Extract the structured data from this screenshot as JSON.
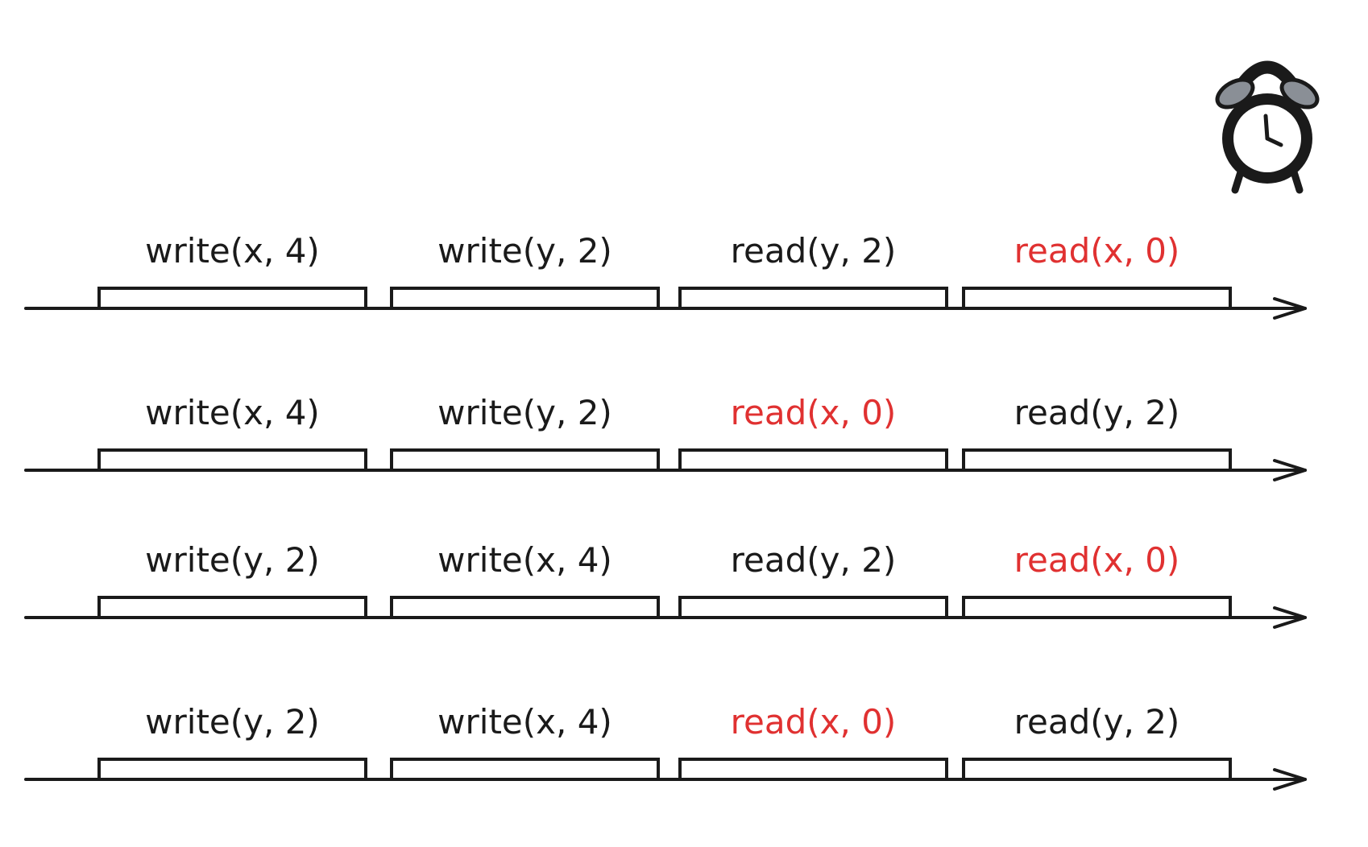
{
  "colors": {
    "ink": "#1a1a1a",
    "highlight": "#e03131",
    "clock_bell": "#8a8f96"
  },
  "icon": "alarm-clock-icon",
  "timelines": [
    {
      "ops": [
        {
          "label": "write(x, 4)",
          "highlight": false
        },
        {
          "label": "write(y, 2)",
          "highlight": false
        },
        {
          "label": "read(y, 2)",
          "highlight": false
        },
        {
          "label": "read(x, 0)",
          "highlight": true
        }
      ]
    },
    {
      "ops": [
        {
          "label": "write(x, 4)",
          "highlight": false
        },
        {
          "label": "write(y, 2)",
          "highlight": false
        },
        {
          "label": "read(x, 0)",
          "highlight": true
        },
        {
          "label": "read(y, 2)",
          "highlight": false
        }
      ]
    },
    {
      "ops": [
        {
          "label": "write(y, 2)",
          "highlight": false
        },
        {
          "label": "write(x, 4)",
          "highlight": false
        },
        {
          "label": "read(y, 2)",
          "highlight": false
        },
        {
          "label": "read(x, 0)",
          "highlight": true
        }
      ]
    },
    {
      "ops": [
        {
          "label": "write(y, 2)",
          "highlight": false
        },
        {
          "label": "write(x, 4)",
          "highlight": false
        },
        {
          "label": "read(x, 0)",
          "highlight": true
        },
        {
          "label": "read(y, 2)",
          "highlight": false
        }
      ]
    }
  ]
}
